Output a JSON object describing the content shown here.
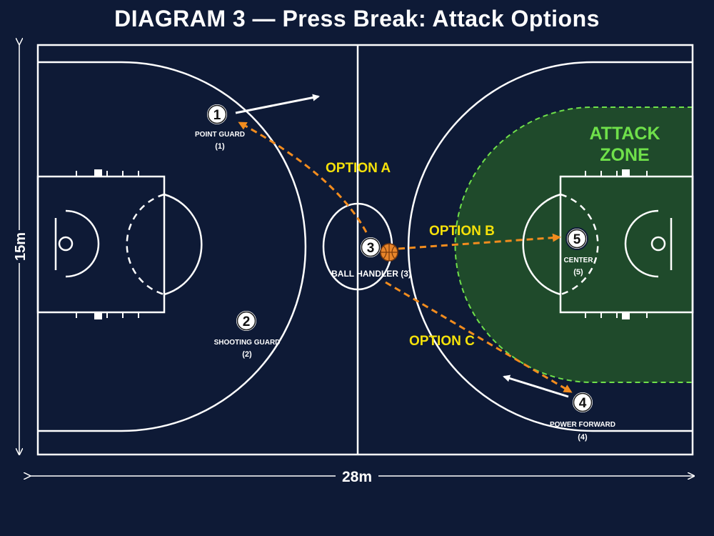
{
  "title": "DIAGRAM 3 — Press Break: Attack Options",
  "dimensions": {
    "width_label": "28m",
    "height_label": "15m"
  },
  "zone_label": {
    "line1": "ATTACK",
    "line2": "ZONE"
  },
  "options": {
    "a": "OPTION A",
    "b": "OPTION B",
    "c": "OPTION C"
  },
  "players": {
    "p1": {
      "number": "1",
      "role": "POINT GUARD",
      "sub": "(1)"
    },
    "p2": {
      "number": "2",
      "role": "SHOOTING GUARD",
      "sub": "(2)"
    },
    "p3": {
      "number": "3",
      "label": "BALL HANDLER (3)"
    },
    "p4": {
      "number": "4",
      "role": "POWER FORWARD",
      "sub": "(4)"
    },
    "p5": {
      "number": "5",
      "role": "CENTER",
      "sub": "(5)"
    }
  },
  "colors": {
    "background": "#0e1a36",
    "lines": "#ffffff",
    "pass": "#f28c1e",
    "option_text": "#f5e10a",
    "zone_fill": "#1f4a2b",
    "zone_border": "#6fe04a",
    "zone_text": "#6fe04a"
  },
  "icons": [
    "basketball-icon",
    "movement-arrow",
    "pass-arrow"
  ]
}
